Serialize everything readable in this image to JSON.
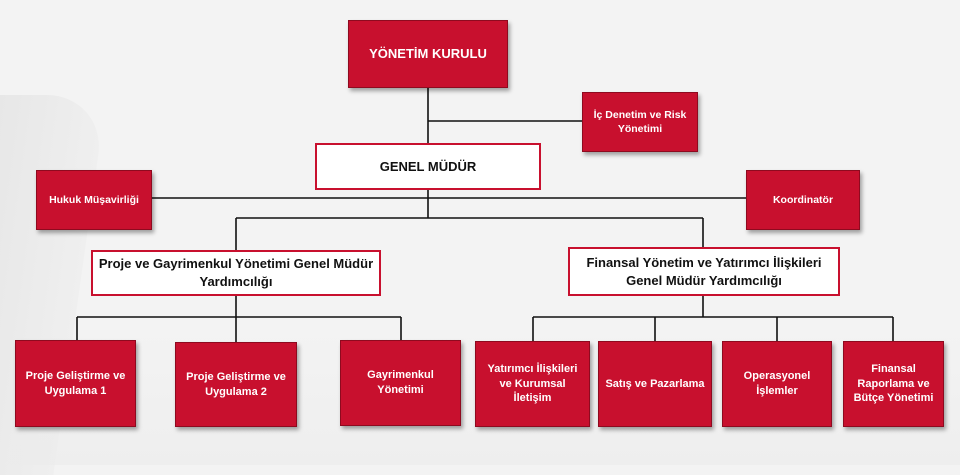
{
  "colors": {
    "accent": "#c8102e",
    "line": "#111111",
    "background": "#f3f3f3"
  },
  "board": {
    "label": "YÖNETİM KURULU"
  },
  "audit": {
    "label": "İç Denetim ve Risk Yönetimi"
  },
  "general_manager": {
    "label": "GENEL MÜDÜR"
  },
  "legal": {
    "label": "Hukuk Müşavirliği"
  },
  "coordinator": {
    "label": "Koordinatör"
  },
  "project_deputy": {
    "label": "Proje ve Gayrimenkul Yönetimi Genel Müdür Yardımcılığı"
  },
  "finance_deputy": {
    "label": "Finansal Yönetim ve Yatırımcı İlişkileri Genel Müdür Yardımcılığı"
  },
  "project_units": [
    {
      "label": "Proje Geliştirme ve Uygulama 1"
    },
    {
      "label": "Proje Geliştirme ve Uygulama 2"
    },
    {
      "label": "Gayrimenkul Yönetimi"
    }
  ],
  "finance_units": [
    {
      "label": "Yatırımcı İlişkileri ve Kurumsal İletişim"
    },
    {
      "label": "Satış ve  Pazarlama"
    },
    {
      "label": "Operasyonel İşlemler"
    },
    {
      "label": "Finansal Raporlama ve Bütçe Yönetimi"
    }
  ]
}
